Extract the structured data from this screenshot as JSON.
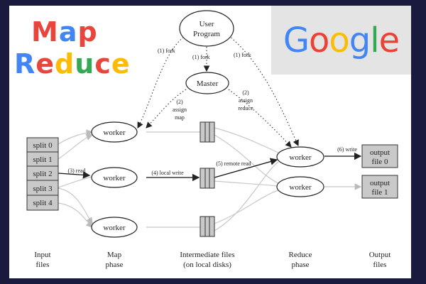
{
  "title": {
    "line1": [
      "M",
      "a",
      "p"
    ],
    "line2": [
      "R",
      "e",
      "d",
      "u",
      "c",
      "e"
    ],
    "colors_line1": [
      "#e8453c",
      "#4285f4",
      "#e8453c"
    ],
    "colors_line2": [
      "#4285f4",
      "#e8453c",
      "#fbbc05",
      "#34a853",
      "#e8453c",
      "#fbbc05"
    ]
  },
  "logo": {
    "letters": [
      "G",
      "o",
      "o",
      "g",
      "l",
      "e"
    ],
    "colors": [
      "#4285f4",
      "#ea4335",
      "#fbbc05",
      "#4285f4",
      "#34a853",
      "#ea4335"
    ]
  },
  "diagram": {
    "user_program": [
      "User",
      "Program"
    ],
    "master": "Master",
    "fork_left": "(1) fork",
    "fork_mid": "(1) fork",
    "fork_right": "(1) fork",
    "assign_map": [
      "(2)",
      "assign",
      "map"
    ],
    "assign_reduce": [
      "(2)",
      "assign",
      "reduce"
    ],
    "worker": "worker",
    "splits": [
      "split 0",
      "split 1",
      "split 2",
      "split 3",
      "split 4"
    ],
    "read_label": "(3) read",
    "local_write_label": "(4) local write",
    "remote_read_label": "(5) remote read",
    "write_label": "(6) write",
    "output_files": [
      [
        "output",
        "file 0"
      ],
      [
        "output",
        "file 1"
      ]
    ],
    "bottom_labels": [
      [
        "Input",
        "files"
      ],
      [
        "Map",
        "phase"
      ],
      [
        "Intermediate files",
        "(on local disks)"
      ],
      [
        "Reduce",
        "phase"
      ],
      [
        "Output",
        "files"
      ]
    ]
  }
}
